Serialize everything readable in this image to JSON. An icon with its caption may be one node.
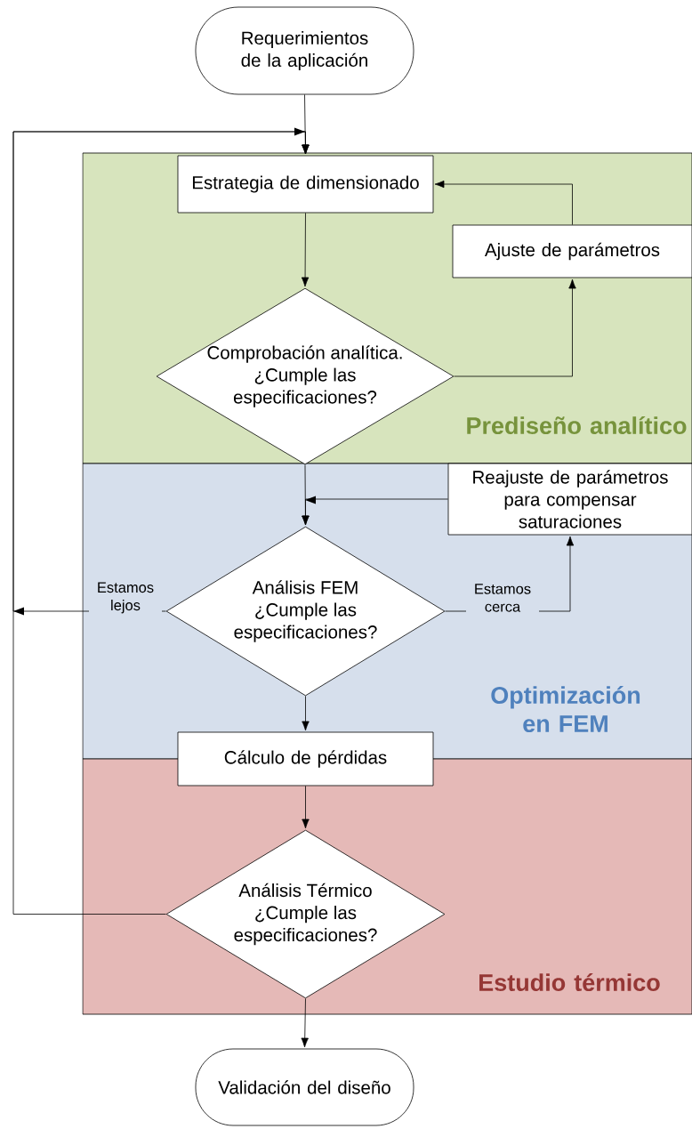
{
  "diagram": {
    "nodes": [
      {
        "text": [
          "Requerimientos de la aplicación"
        ]
      },
      {
        "text": [
          "Prediseño analítico"
        ]
      },
      {
        "text": [
          "Estrategia de dimensionado"
        ],
        "in": 1
      },
      {
        "text": [
          "Ajuste de parámetros"
        ],
        "in": 1
      },
      {
        "text": [
          "Comprobación analítica. ¿Cumple las especificaciones?"
        ],
        "in": 1
      },
      {
        "text": [
          "Optimización en FEM"
        ]
      },
      {
        "text": [
          "Reajuste de parámetros para compensar saturaciones"
        ],
        "in": 5
      },
      {
        "text": [
          "Análisis FEM ¿Cumple las especificaciones?"
        ],
        "in": 5
      },
      {
        "text": [
          "Cálculo de pérdidas"
        ]
      },
      {
        "text": [
          "Estudio térmico"
        ]
      },
      {
        "text": [
          "Análisis Térmico ¿Cumple las especificaciones?"
        ],
        "in": 9
      },
      {
        "text": [
          "Validación del diseño"
        ]
      }
    ],
    "edges": [
      {
        "from": 0,
        "to": 2,
        "arrow": "to"
      },
      {
        "from": 2,
        "to": 4,
        "arrow": "to"
      },
      {
        "from": 4,
        "to": 3,
        "arrow": "to"
      },
      {
        "from": 3,
        "to": 2,
        "arrow": "to"
      },
      {
        "from": 4,
        "to": 7,
        "arrow": "to"
      },
      {
        "from": 6,
        "to": 7,
        "arrow": "to"
      },
      {
        "from": 7,
        "to": 6,
        "arrow": "to",
        "label": "Estamos cerca"
      },
      {
        "from": 7,
        "to": 2,
        "arrow": "to",
        "label": "Estamos lejos"
      },
      {
        "from": 7,
        "to": 8,
        "arrow": "to"
      },
      {
        "from": 8,
        "to": 10,
        "arrow": "to"
      },
      {
        "from": 10,
        "to": 2,
        "arrow": "to"
      },
      {
        "from": 10,
        "to": 11,
        "arrow": "to"
      }
    ]
  }
}
